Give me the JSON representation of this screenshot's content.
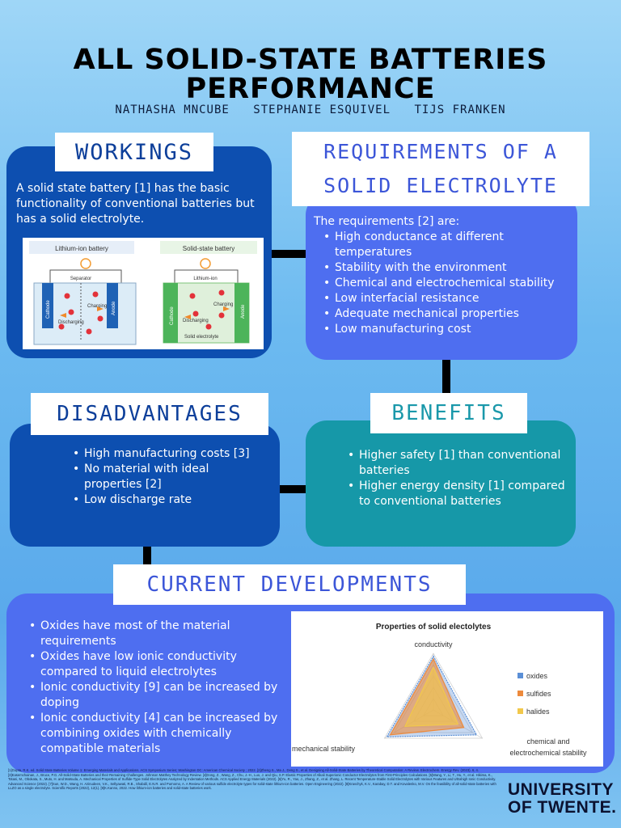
{
  "title": {
    "line1": "ALL SOLID-STATE BATTERIES",
    "line2": "PERFORMANCE"
  },
  "authors": [
    "NATHASHA MNCUBE",
    "STEPHANIE ESQUIVEL",
    "TIJS FRANKEN"
  ],
  "workings": {
    "heading": "WORKINGS",
    "text": "A solid state battery [1] has the basic functionality of conventional batteries but has a solid electrolyte.",
    "diagram": {
      "left_title": "Lithium-ion battery",
      "right_title": "Solid-state battery",
      "separator": "Separator",
      "lithium_ion": "Lithium-ion",
      "cathode": "Cathode",
      "anode": "Anode",
      "charging": "Charging",
      "discharging": "Discharging",
      "solid_electrolyte": "Solid electrolyte"
    }
  },
  "requirements": {
    "heading_line1": "REQUIREMENTS OF A",
    "heading_line2": "SOLID ELECTROLYTE",
    "intro": "The requirements [2] are:",
    "items": [
      "High conductance at different temperatures",
      "Stability with the environment",
      "Chemical and electrochemical stability",
      "Low interfacial resistance",
      "Adequate mechanical properties",
      "Low manufacturing cost"
    ]
  },
  "disadvantages": {
    "heading": "DISADVANTAGES",
    "items": [
      "High manufacturing costs [3]",
      "No material with ideal properties [2]",
      "Low discharge rate"
    ]
  },
  "benefits": {
    "heading": "BENEFITS",
    "items": [
      "Higher safety [1] than conventional batteries",
      "Higher energy density [1] compared to conventional batteries"
    ]
  },
  "current_developments": {
    "heading": "CURRENT DEVELOPMENTS",
    "items": [
      "Oxides have most of the material requirements",
      "Oxides have low ionic conductivity compared to liquid electrolytes",
      "Ionic conductivity [9] can be increased by doping",
      "Ionic conductivity [4] can be increased by combining oxides with chemically compatible materials"
    ]
  },
  "chart_data": {
    "type": "radar",
    "title": "Properties of solid electolytes",
    "axes": [
      "conductivity",
      "chemical and electrochemical stability",
      "mechanical stability"
    ],
    "series": [
      {
        "name": "oxides",
        "color": "#5b8fd6"
      },
      {
        "name": "sulfides",
        "color": "#ed8a3c"
      },
      {
        "name": "halides",
        "color": "#f2c84b"
      }
    ],
    "legend": "right"
  },
  "references": "[1]Gupta, R.K. ed. Solid State Batteries Volume 1: Emerging Materials and Applications. ACS Symposium Series; Washington DC: American Chemical Society ; 2022. [2]Zheng S., Ma J., Deng S., et al. Designing All-Solid-State Batteries by Theoretical Computation: A Review. Electrochem. Energy Rev. (2023), 6, 4. [3]Kasemchainan, J., Bruce, P.G. All-Solid-State Batteries and their Remaining Challenges. Johnson Matthey Technology Review. [4]Dong, Z., Wang, Z., Chu, J.-H., Luo, J. and Qiu, S.P. Elastic Properties of Alkali Superionic Conductor Electrolytes from First-Principles Calculations. [5]Wang, Y., Li, T., Hu, Y., et al. Hikima, K., Totani, M., Obokata, S., Muto, H. and Matsuda, A. Mechanical Properties of Sulfide-Type Solid Electrolytes Analyzed by Indentation Methods. ACS Applied Energy Materials (2022). [6]Yu, R., Yao, J., Zhang, Z., et al. Zhang, L. Recent Temperature-Stable Solid Electrolytes with Various Features and Ultrahigh Ionic Conductivity. Advanced Science (2022). [7]Sun, W.D., Wang, H. Azinudeen, V.K., Sellyawati, R.B., Shabdil, E.N.R. and Purnomo, A. A Review of various sulfide electrolyte types for solid-state lithium-ion batteries. Open Engineering (2022). [8]Kravchyk, K.V., Karabay, D.T. and Kovalenko, M.V. On the feasibility of all-solid-state batteries with LLZO as a single electrolyte. Scientific Reports (2022), 12(1). [9]K.Kanno, 2022. How lithium-ion batteries and solid-state batteries work.",
  "logo": {
    "line1": "UNIVERSITY",
    "line2": "OF TWENTE."
  }
}
